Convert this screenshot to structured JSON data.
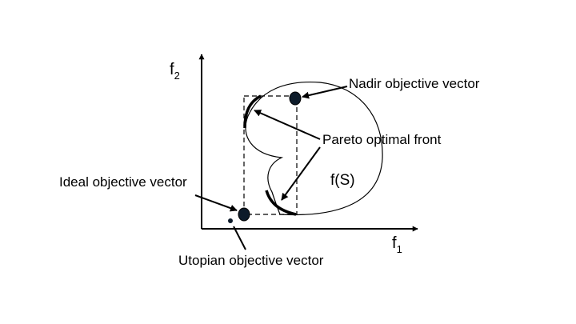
{
  "axes": {
    "x": {
      "main": "f",
      "sub": "1"
    },
    "y": {
      "main": "f",
      "sub": "2"
    }
  },
  "labels": {
    "nadir": "Nadir objective vector",
    "pareto": "Pareto optimal front",
    "ideal": "Ideal objective vector",
    "utopian": "Utopian objective vector",
    "region": "f(S)"
  },
  "colors": {
    "stroke": "#000000",
    "point_fill": "#0d1b2a",
    "background": "#ffffff"
  }
}
